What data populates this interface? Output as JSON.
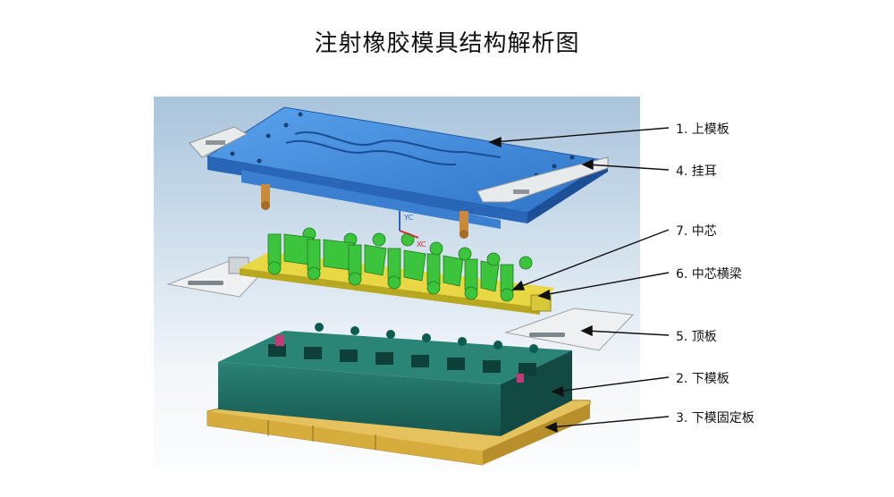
{
  "title": "注射橡胶模具结构解析图",
  "axis_marks": {
    "y": "YC",
    "x": "XC"
  },
  "callouts": [
    {
      "id": "upper-plate",
      "text": "1. 上模板"
    },
    {
      "id": "lug",
      "text": "4. 挂耳"
    },
    {
      "id": "core",
      "text": "7. 中芯"
    },
    {
      "id": "core-beam",
      "text": "6. 中芯横梁"
    },
    {
      "id": "top-plate",
      "text": "5. 顶板"
    },
    {
      "id": "lower-plate",
      "text": "2. 下模板"
    },
    {
      "id": "lower-fix-plate",
      "text": "3. 下模固定板"
    }
  ],
  "colors": {
    "upper_plate": "#4b8fe0",
    "core": "#3cc43c",
    "core_beam": "#e3d23a",
    "lower_plate": "#1f6b62",
    "lower_fix_plate": "#d9b24a",
    "lug": "#e8ebec"
  }
}
